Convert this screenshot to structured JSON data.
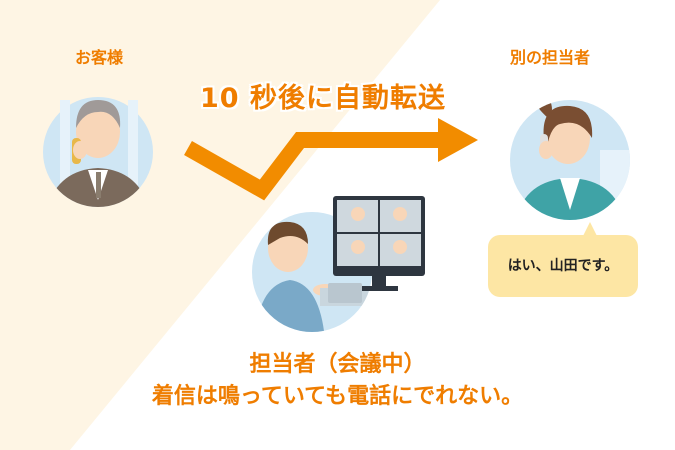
{
  "labels": {
    "customer": "お客様",
    "other_staff": "別の担当者",
    "transfer": "10 秒後に自動転送",
    "reply": "はい、山田です。",
    "caption_line1": "担当者（会議中）",
    "caption_line2": "着信は鳴っていても電話にでれない。"
  },
  "colors": {
    "accent": "#ef7d00",
    "background": "#fef5e4",
    "bubble": "#fde6a4",
    "circle": "#cfe6f4"
  },
  "icons": {
    "customer": "elderly-man-phone-icon",
    "other_staff": "woman-phone-icon",
    "meeting": "man-video-meeting-icon",
    "arrow": "transfer-arrow-icon"
  }
}
